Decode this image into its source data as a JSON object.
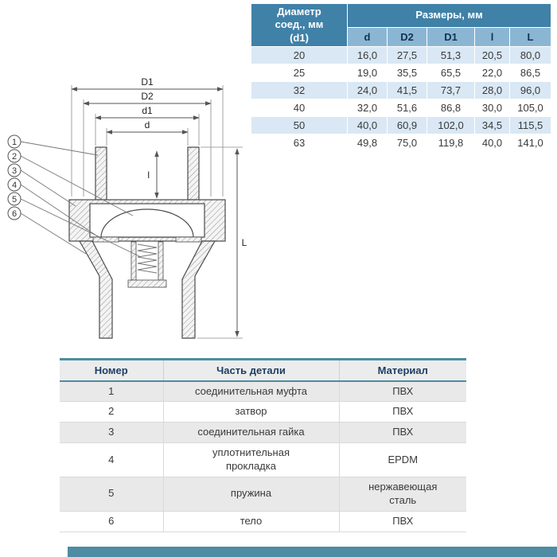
{
  "dims_table": {
    "header_col1": "Диаметр\nсоед., мм\n(d1)",
    "header_col2": "Размеры, мм",
    "sub_headers": [
      "d",
      "D2",
      "D1",
      "l",
      "L"
    ],
    "rows": [
      [
        "20",
        "16,0",
        "27,5",
        "51,3",
        "20,5",
        "80,0"
      ],
      [
        "25",
        "19,0",
        "35,5",
        "65,5",
        "22,0",
        "86,5"
      ],
      [
        "32",
        "24,0",
        "41,5",
        "73,7",
        "28,0",
        "96,0"
      ],
      [
        "40",
        "32,0",
        "51,6",
        "86,8",
        "30,0",
        "105,0"
      ],
      [
        "50",
        "40,0",
        "60,9",
        "102,0",
        "34,5",
        "115,5"
      ],
      [
        "63",
        "49,8",
        "75,0",
        "119,8",
        "40,0",
        "141,0"
      ]
    ]
  },
  "parts_table": {
    "headers": [
      "Номер",
      "Часть детали",
      "Материал"
    ],
    "rows": [
      [
        "1",
        "соединительная муфта",
        "ПВХ"
      ],
      [
        "2",
        "затвор",
        "ПВХ"
      ],
      [
        "3",
        "соединительная гайка",
        "ПВХ"
      ],
      [
        "4",
        "уплотнительная\nпрокладка",
        "EPDM"
      ],
      [
        "5",
        "пружина",
        "нержавеющая\nсталь"
      ],
      [
        "6",
        "тело",
        "ПВХ"
      ]
    ]
  },
  "diagram": {
    "dim_labels": {
      "D1": "D1",
      "D2": "D2",
      "d1": "d1",
      "d": "d",
      "l": "l",
      "L": "L"
    },
    "callouts": [
      "1",
      "2",
      "3",
      "4",
      "5",
      "6"
    ]
  },
  "colors": {
    "table_header_blue": "#4081a8",
    "table_subheader_blue": "#8ab6d4",
    "row_light_blue": "#d9e8f4",
    "row_light_gray": "#e9e9e9",
    "accent_teal": "#4d8ca3"
  }
}
